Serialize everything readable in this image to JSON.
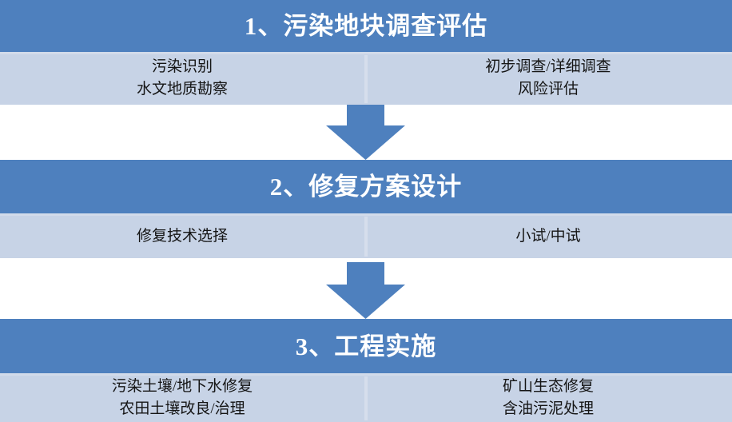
{
  "diagram": {
    "title_sequence": [
      "1、污染地块调查评估",
      "2、修复方案设计",
      "3、工程实施"
    ],
    "accent_color_header": "#4E80BE",
    "accent_color_body": "#C7D3E6",
    "arrow_color": "#4E80BE",
    "arrow_icon_name": "down-arrow-icon",
    "stages": [
      {
        "index": "1",
        "title": "1、污染地块调查评估",
        "left_column": [
          "污染识别",
          "水文地质勘察"
        ],
        "right_column": [
          "初步调查/详细调查",
          "风险评估"
        ]
      },
      {
        "index": "2",
        "title": "2、修复方案设计",
        "left_column": [
          "修复技术选择"
        ],
        "right_column": [
          "小试/中试"
        ]
      },
      {
        "index": "3",
        "title": "3、工程实施",
        "left_column": [
          "污染土壤/地下水修复",
          "农田土壤改良/治理"
        ],
        "right_column": [
          "矿山生态修复",
          "含油污泥处理"
        ]
      }
    ],
    "connectors": [
      {
        "from": "1",
        "to": "2",
        "label": ""
      },
      {
        "from": "2",
        "to": "3",
        "label": ""
      }
    ]
  }
}
